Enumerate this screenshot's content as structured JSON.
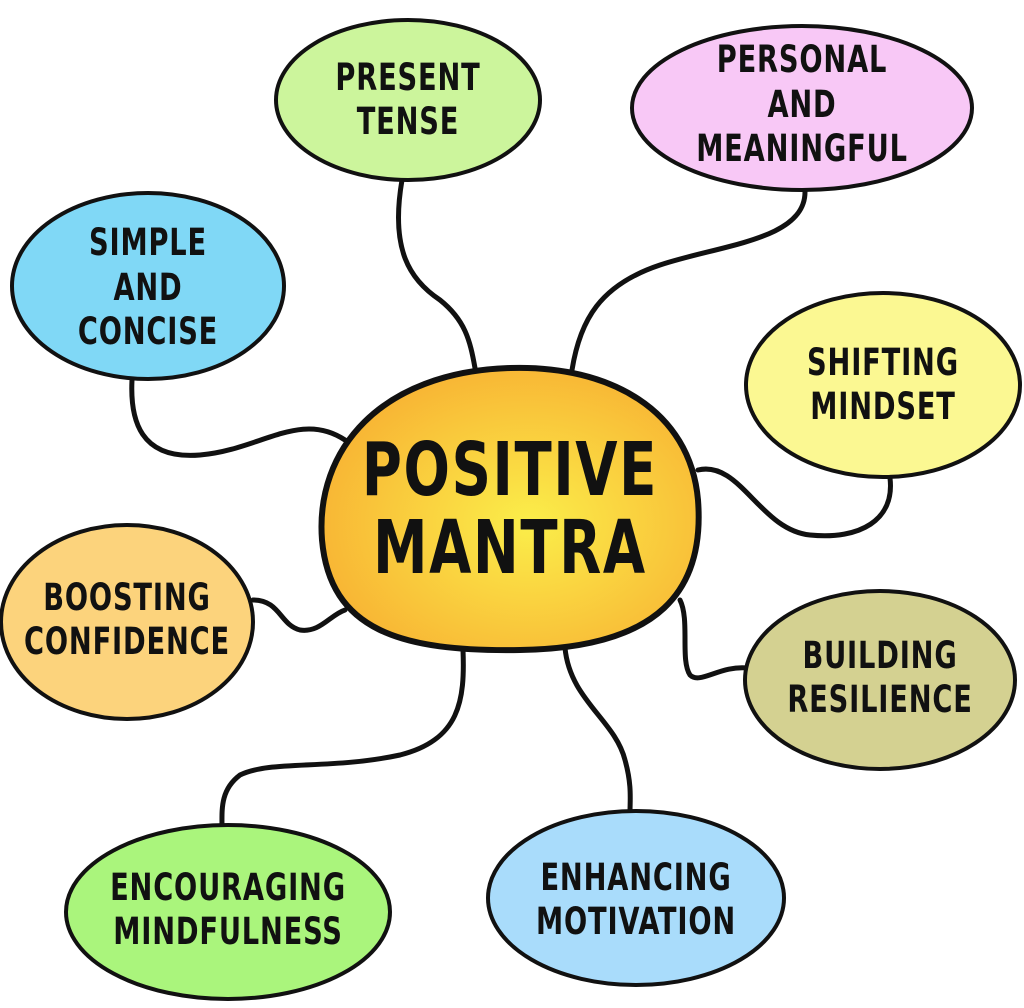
{
  "center": {
    "label": "POSITIVE MANTRA",
    "color_inner": "#fbee4a",
    "color_outer": "#f8b233"
  },
  "nodes": [
    {
      "id": "present-tense",
      "label": "PRESENT TENSE",
      "color": "#ccf59c"
    },
    {
      "id": "personal-and-meaningful",
      "label": "PERSONAL AND MEANINGFUL",
      "color": "#f8c8f6"
    },
    {
      "id": "simple-and-concise",
      "label": "SIMPLE AND CONCISE",
      "color": "#80d8f6"
    },
    {
      "id": "shifting-mindset",
      "label": "SHIFTING MINDSET",
      "color": "#fbf892"
    },
    {
      "id": "boosting-confidence",
      "label": "BOOSTING CONFIDENCE",
      "color": "#fcd37c"
    },
    {
      "id": "building-resilience",
      "label": "BUILDING RESILIENCE",
      "color": "#d4d191"
    },
    {
      "id": "encouraging-mindfulness",
      "label": "ENCOURAGING MINDFULNESS",
      "color": "#aaf57c"
    },
    {
      "id": "enhancing-motivation",
      "label": "ENHANCING MOTIVATION",
      "color": "#a9dcfb"
    }
  ]
}
